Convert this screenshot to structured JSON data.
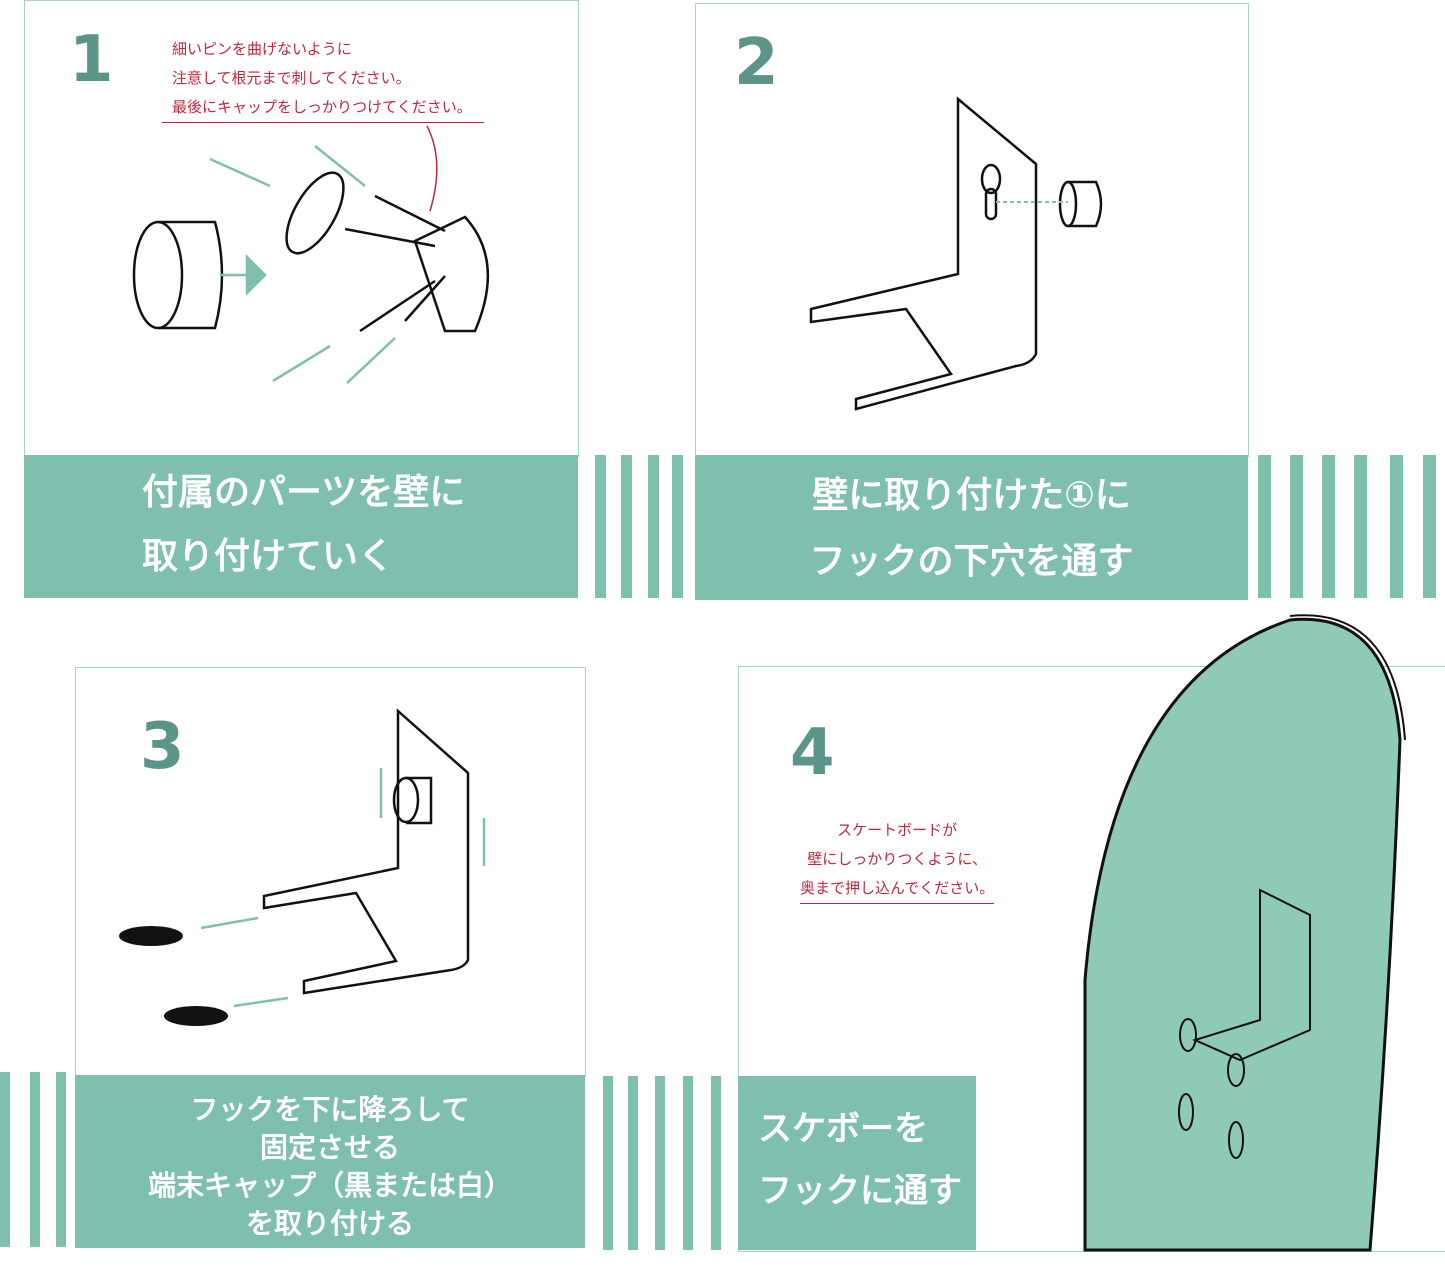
{
  "steps": [
    {
      "number": "1",
      "notes": [
        "細いピンを曲げないように",
        "注意して根元まで刺してください。",
        "最後にキャップをしっかりつけてください。"
      ],
      "caption": [
        "付属のパーツを壁に",
        "取り付けていく"
      ]
    },
    {
      "number": "2",
      "caption": [
        "壁に取り付けた①に",
        "フックの下穴を通す"
      ]
    },
    {
      "number": "3",
      "caption": [
        "フックを下に降ろして",
        "固定させる",
        "端末キャップ（黒または白）",
        "を取り付ける"
      ]
    },
    {
      "number": "4",
      "notes": [
        "スケートボードが",
        "壁にしっかりつくように、",
        "奥まで押し込んでください。"
      ],
      "caption": [
        "スケボーを",
        "フックに通す"
      ]
    }
  ],
  "colors": {
    "accent": "#7fbfae",
    "number": "#5b9488",
    "note": "#c0283f"
  }
}
